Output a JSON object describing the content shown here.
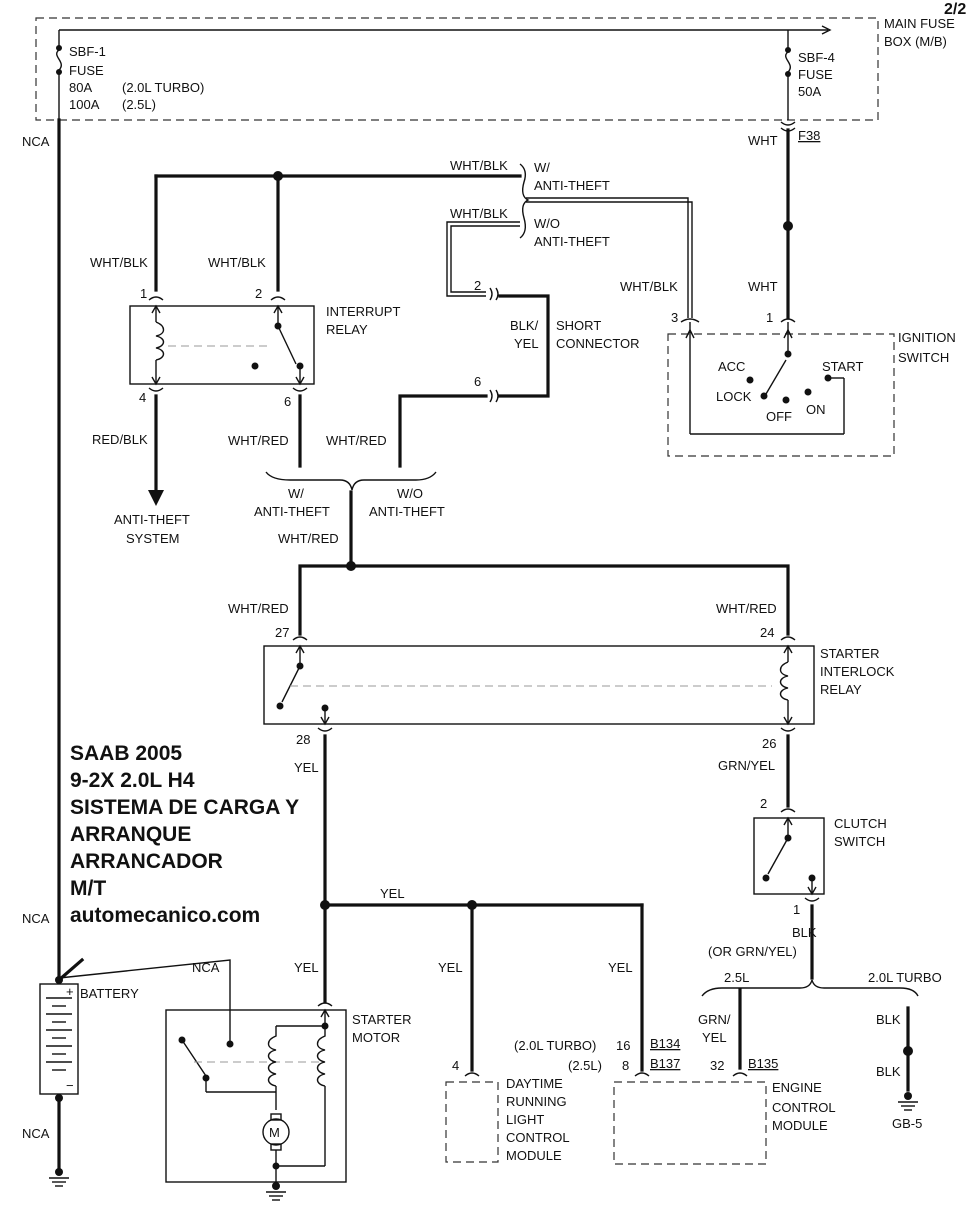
{
  "page_number": "2/2",
  "title_block": {
    "line1": "SAAB 2005",
    "line2": "9-2X 2.0L H4",
    "line3": "SISTEMA DE CARGA Y",
    "line4": "ARRANQUE",
    "line5": "ARRANCADOR",
    "line6": "M/T",
    "line7": "automecanico.com"
  },
  "main_fuse_box": {
    "label_line1": "MAIN FUSE",
    "label_line2": "BOX (M/B)",
    "sbf1": {
      "name": "SBF-1",
      "type": "FUSE",
      "rating_a": "80A",
      "rating_b": "100A",
      "variant_a": "(2.0L TURBO)",
      "variant_b": "(2.5L)"
    },
    "sbf4": {
      "name": "SBF-4",
      "type": "FUSE",
      "rating": "50A"
    }
  },
  "wires": {
    "nca": "NCA",
    "wht": "WHT",
    "wht_blk": "WHT/BLK",
    "wht_red": "WHT/RED",
    "red_blk": "RED/BLK",
    "blk_yel_1": "BLK/",
    "blk_yel_2": "YEL",
    "yel": "YEL",
    "grn_yel": "GRN/YEL",
    "grn_yel_split_1": "GRN/",
    "grn_yel_split_2": "YEL",
    "blk": "BLK",
    "blk_alt": "(OR GRN/YEL)"
  },
  "connectors": {
    "f38": "F38",
    "b134": "B134",
    "b137": "B137",
    "b135": "B135"
  },
  "variants": {
    "w_anti_theft_1": "W/",
    "w_anti_theft_2": "ANTI-THEFT",
    "wo_anti_theft_1": "W/O",
    "wo_anti_theft_2": "ANTI-THEFT",
    "turbo_paren": "(2.0L TURBO)",
    "l25_paren": "(2.5L)",
    "l25": "2.5L",
    "turbo": "2.0L TURBO"
  },
  "components": {
    "interrupt_relay": {
      "line1": "INTERRUPT",
      "line2": "RELAY",
      "pins": [
        "1",
        "2",
        "4",
        "6"
      ]
    },
    "short_connector": {
      "line1": "SHORT",
      "line2": "CONNECTOR",
      "pins": [
        "2",
        "6"
      ]
    },
    "ignition_switch": {
      "line1": "IGNITION",
      "line2": "SWITCH",
      "pins": [
        "3",
        "1"
      ],
      "positions": [
        "ACC",
        "LOCK",
        "OFF",
        "ON",
        "START"
      ]
    },
    "anti_theft_system": {
      "line1": "ANTI-THEFT",
      "line2": "SYSTEM"
    },
    "starter_interlock_relay": {
      "line1": "STARTER",
      "line2": "INTERLOCK",
      "line3": "RELAY",
      "pins": [
        "27",
        "24",
        "28",
        "26"
      ]
    },
    "clutch_switch": {
      "line1": "CLUTCH",
      "line2": "SWITCH",
      "pins": [
        "2",
        "1"
      ]
    },
    "battery": {
      "label": "BATTERY",
      "plus": "+",
      "minus": "−"
    },
    "starter_motor": {
      "line1": "STARTER",
      "line2": "MOTOR",
      "motor_symbol": "M"
    },
    "drl_module": {
      "line1": "DAYTIME",
      "line2": "RUNNING",
      "line3": "LIGHT",
      "line4": "CONTROL",
      "line5": "MODULE",
      "pin": "4"
    },
    "ecm": {
      "line1": "ENGINE",
      "line2": "CONTROL",
      "line3": "MODULE",
      "pins": [
        "16",
        "8",
        "32"
      ]
    },
    "ground": {
      "label": "GB-5"
    }
  },
  "icons": [
    "fuse-icon",
    "relay-coil-icon",
    "switch-contact-icon",
    "ground-icon",
    "battery-icon",
    "motor-icon",
    "connector-icon"
  ]
}
